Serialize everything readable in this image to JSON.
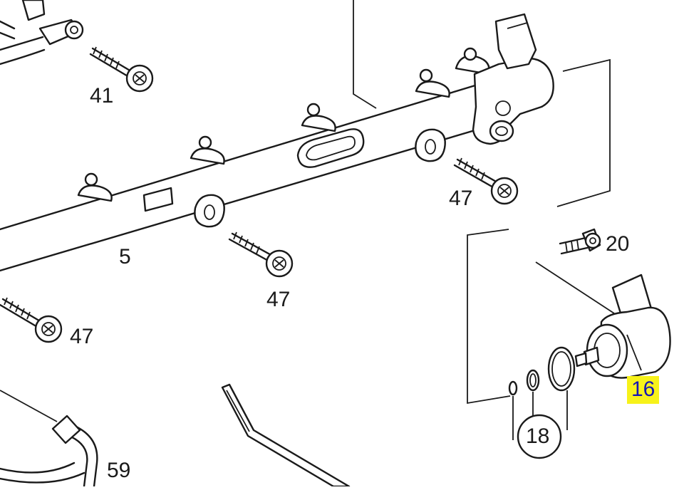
{
  "diagram": {
    "highlight_color": "#f7f21a",
    "highlight_text_color": "#1515b5",
    "callouts": {
      "c41": "41",
      "c47a": "47",
      "c5": "5",
      "c47b": "47",
      "c47c": "47",
      "c20": "20",
      "c16": "16",
      "c18": "18",
      "c59": "59"
    }
  }
}
